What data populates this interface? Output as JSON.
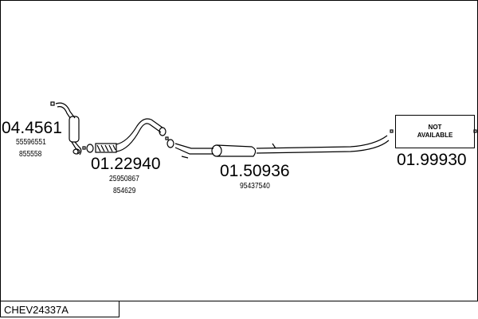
{
  "diagram_code": "CHEV24337A",
  "parts": [
    {
      "number": "04.4561",
      "refs": [
        "55596551",
        "855558"
      ]
    },
    {
      "number": "01.22940",
      "refs": [
        "25950867",
        "854629"
      ]
    },
    {
      "number": "01.50936",
      "refs": [
        "95437540"
      ]
    },
    {
      "number": "01.99930",
      "refs": [],
      "placeholder": [
        "NOT",
        "AVAILABLE"
      ]
    }
  ]
}
